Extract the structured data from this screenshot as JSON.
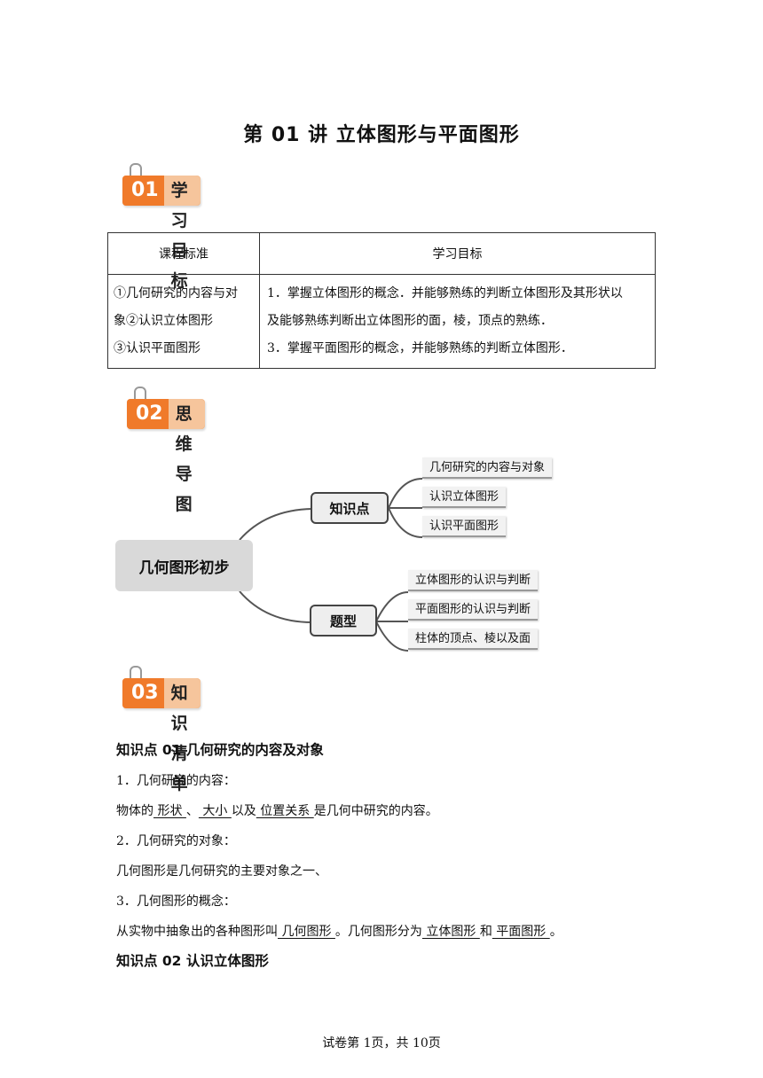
{
  "title": "第 01 讲  立体图形与平面图形",
  "badges": [
    {
      "num": "01",
      "label": "学习目标"
    },
    {
      "num": "02",
      "label": "思维导图"
    },
    {
      "num": "03",
      "label": "知识清单"
    }
  ],
  "table": {
    "headers": [
      "课程标准",
      "学习目标"
    ],
    "col1_lines": [
      "①几何研究的内容与对",
      "象②认识立体图形",
      "③认识平面图形"
    ],
    "col2_lines": [
      "1．掌握立体图形的概念．并能够熟练的判断立体图形及其形状以",
      "及能够熟练判断出立体图形的面，棱，顶点的熟练．",
      "3．掌握平面图形的概念，并能够熟练的判断立体图形．"
    ]
  },
  "mindmap": {
    "root": "几何图形初步",
    "branch1": {
      "label": "知识点",
      "leaves": [
        "几何研究的内容与对象",
        "认识立体图形",
        "认识平面图形"
      ]
    },
    "branch2": {
      "label": "题型",
      "leaves": [
        "立体图形的认识与判断",
        "平面图形的认识与判断",
        "柱体的顶点、棱以及面"
      ]
    }
  },
  "section1": {
    "heading": "知识点 01  几何研究的内容及对象",
    "item1": "1．几何研究的内容：",
    "line1": {
      "a": "物体的",
      "b": "  形状  ",
      "c": "、",
      "d": "  大小  ",
      "e": "以及",
      "f": "  位置关系  ",
      "g": "是几何中研究的内容。"
    },
    "item2": "2．几何研究的对象：",
    "line2": "几何图形是几何研究的主要对象之一、",
    "item3": "3．几何图形的概念：",
    "line3": {
      "a": "从实物中抽象出的各种图形叫",
      "b": "  几何图形  ",
      "c": "。几何图形分为",
      "d": "  立体图形  ",
      "e": "和",
      "f": "  平面图形  ",
      "g": "。"
    }
  },
  "section2": {
    "heading": "知识点 02  认识立体图形"
  },
  "footer": "试卷第 1页，共 10页"
}
